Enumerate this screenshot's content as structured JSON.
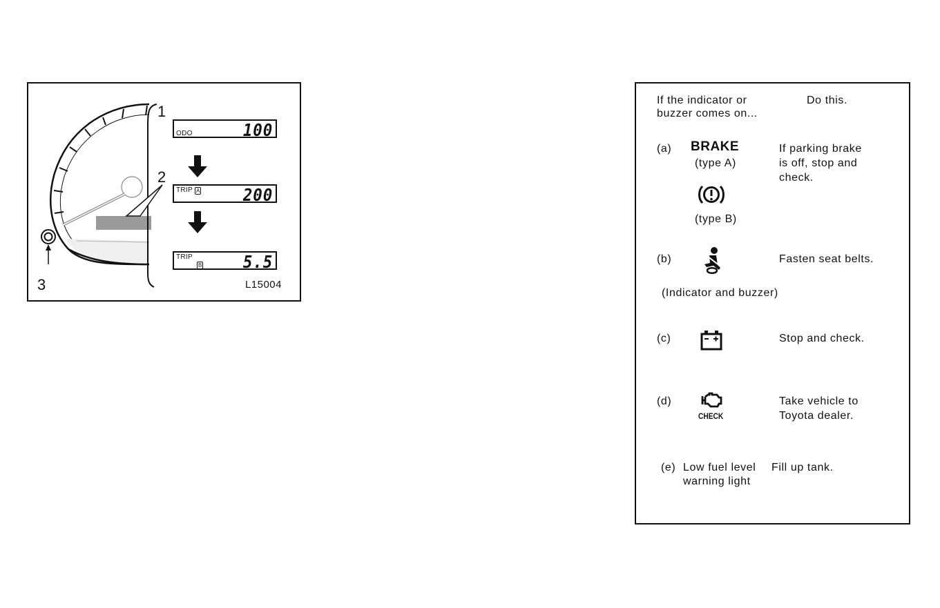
{
  "figure": {
    "callouts": [
      "1",
      "2",
      "3"
    ],
    "code": "L15004",
    "displays": [
      {
        "mode": "ODO",
        "sub": "",
        "value": "100"
      },
      {
        "mode": "TRIP",
        "sub": "A",
        "value": "200"
      },
      {
        "mode": "TRIP",
        "sub": "B",
        "value": "5.5"
      }
    ]
  },
  "table": {
    "header_left_line1": "If the indicator or",
    "header_left_line2": "buzzer comes on...",
    "header_right": "Do this.",
    "rows": [
      {
        "letter": "(a)",
        "icon_label": "BRAKE",
        "type_a": "(type A)",
        "type_b": "(type B)",
        "action_line1": "If parking brake",
        "action_line2": "is off, stop and",
        "action_line3": "check.",
        "icon": "brake-warning-icon"
      },
      {
        "letter": "(b)",
        "note": "(Indicator and buzzer)",
        "action_line1": "Fasten seat belts.",
        "icon": "seat-belt-icon"
      },
      {
        "letter": "(c)",
        "action_line1": "Stop and check.",
        "icon": "battery-icon"
      },
      {
        "letter": "(d)",
        "icon_label": "CHECK",
        "action_line1": "Take vehicle to",
        "action_line2": "Toyota dealer.",
        "icon": "check-engine-icon"
      },
      {
        "letter": "(e)",
        "item_line1": "Low fuel level",
        "item_line2": "warning light",
        "action_line1": "Fill up tank."
      }
    ]
  }
}
